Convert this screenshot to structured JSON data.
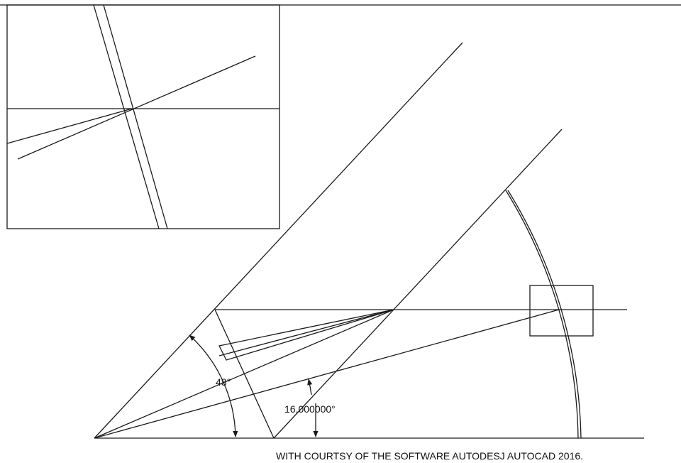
{
  "drawing": {
    "angle_label_large": "48°",
    "angle_label_small": "16,000000°",
    "credit": "WITH COURTSY OF THE SOFTWARE AUTODESJ AUTOCAD 2016."
  },
  "colors": {
    "line": "#1a1a1a",
    "background": "#ffffff"
  }
}
